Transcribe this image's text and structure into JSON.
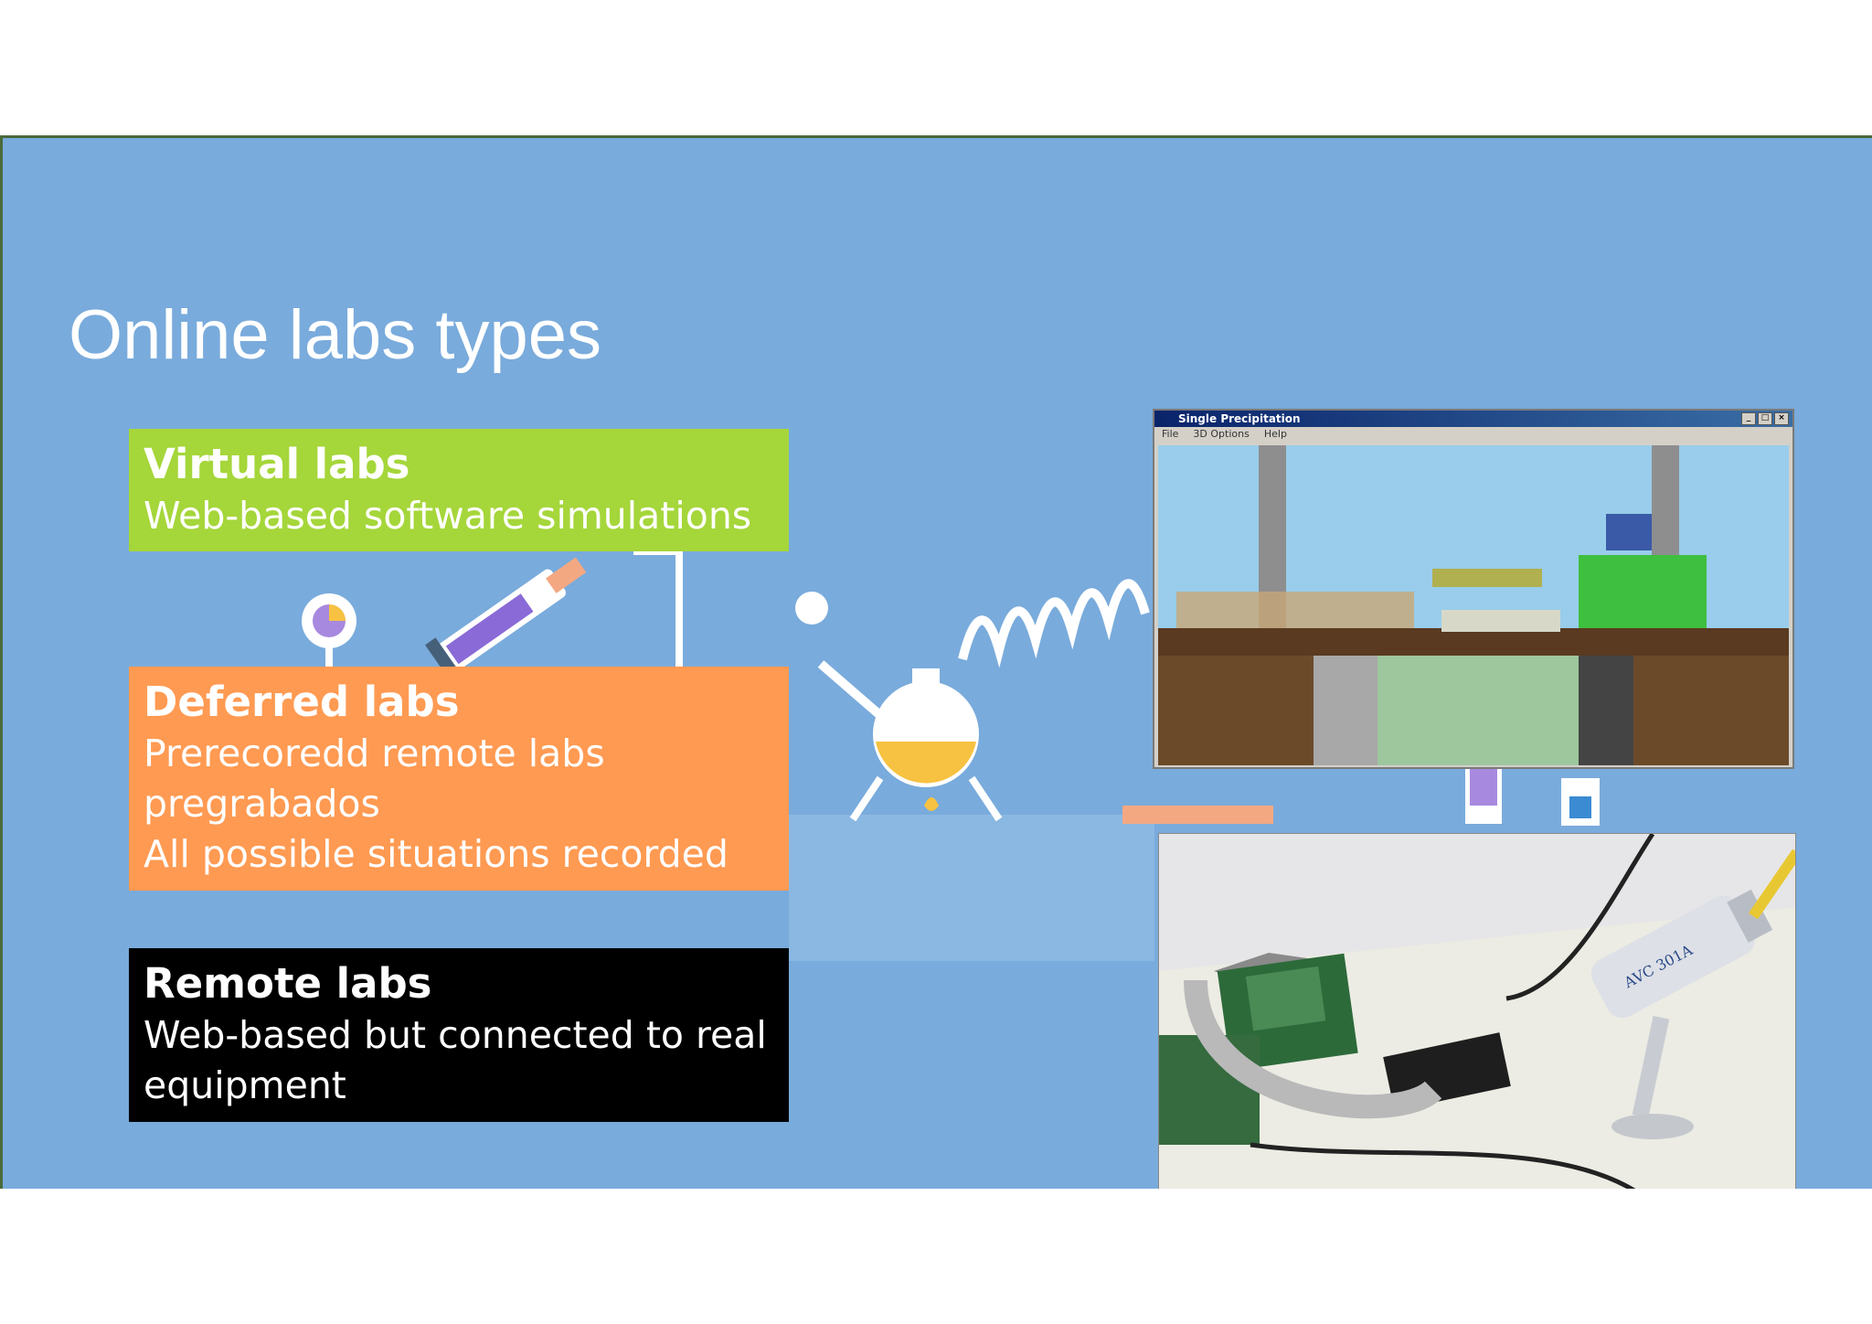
{
  "slide": {
    "title": "Online labs types",
    "colors": {
      "background": "#79ABDC",
      "virtual": "#A5D63A",
      "deferred": "#FF9A52",
      "remote": "#000000"
    },
    "boxes": {
      "virtual": {
        "heading": "Virtual labs",
        "lines": [
          "Web-based software simulations"
        ]
      },
      "deferred": {
        "heading": "Deferred labs",
        "lines": [
          "Prerecoredd remote labs",
          "pregrabados",
          "All possible situations recorded"
        ]
      },
      "remote": {
        "heading": "Remote labs",
        "lines": [
          "Web-based but connected to real",
          "equipment"
        ]
      }
    }
  },
  "simulation_window": {
    "title": "Single Precipitation",
    "menu": [
      "File",
      "3D Options",
      "Help"
    ],
    "controls": [
      "_",
      "□",
      "×"
    ]
  },
  "photo": {
    "camera_label": "AVC 301A"
  }
}
